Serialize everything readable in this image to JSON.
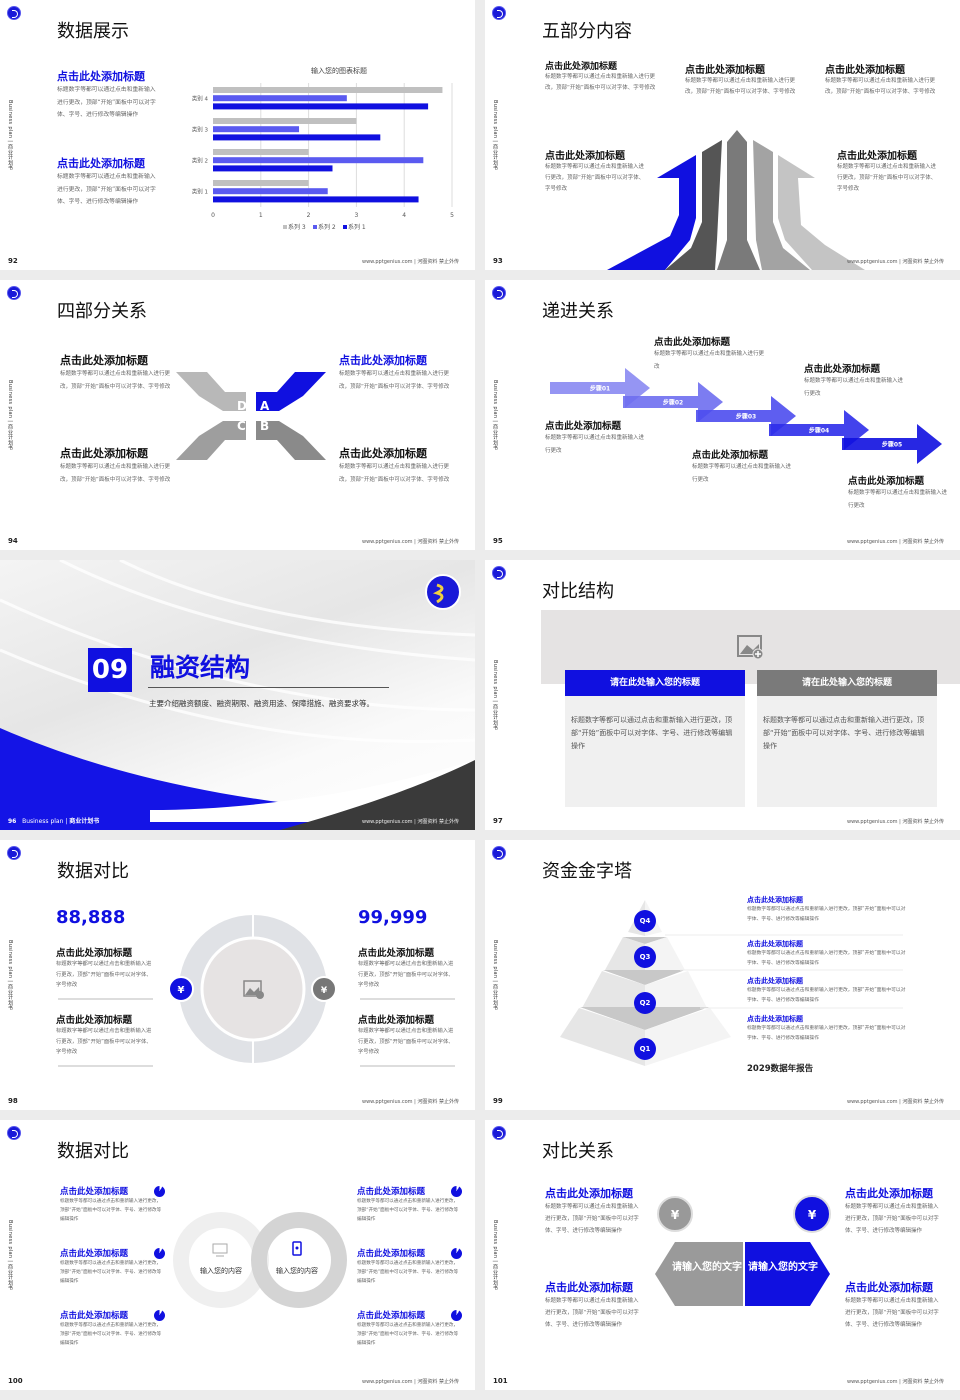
{
  "common": {
    "side": "Business plan | 商业计划书",
    "footer": "www.pptgenius.com | 河图资料 禁止外传",
    "heading": "点击此处添加标题"
  },
  "colors": {
    "accent": "#1010e0",
    "gray": "#9a9a9a",
    "dark": "#3a3a3a"
  },
  "s92": {
    "page": "92",
    "title": "数据展示",
    "blocks": [
      {
        "h": "点击此处添加标题",
        "p": "标题数字等都可以通过点击和重新输入进行更改，顶部“开始”面板中可以对字体、字号、进行修改等编辑操作"
      },
      {
        "h": "点击此处添加标题",
        "p": "标题数字等都可以通过点击和重新输入进行更改，顶部“开始”面板中可以对字体、字号、进行修改等编辑操作"
      }
    ]
  },
  "chart_data": {
    "type": "bar",
    "orientation": "horizontal",
    "title": "输入您的图表标题",
    "categories": [
      "类别 1",
      "类别 2",
      "类别 3",
      "类别 4"
    ],
    "series": [
      {
        "name": "系列 1",
        "color": "#1010e0",
        "values": [
          4.3,
          2.5,
          3.5,
          4.5
        ]
      },
      {
        "name": "系列 2",
        "color": "#5a5af0",
        "values": [
          2.4,
          4.4,
          1.8,
          2.8
        ]
      },
      {
        "name": "系列 3",
        "color": "#c0c0c0",
        "values": [
          2,
          2,
          3,
          4.8
        ]
      }
    ],
    "xlim": [
      0,
      5
    ],
    "xticks": [
      "0",
      "1",
      "2",
      "3",
      "4",
      "5"
    ],
    "grid": true,
    "legend": "bottom"
  },
  "s93": {
    "page": "93",
    "title": "五部分内容",
    "blocks": [
      {
        "h": "点击此处添加标题",
        "p": "标题数字等都可以通过点击和重新输入进行更改，顶部“开始”面板中可以对字体、字号修改"
      },
      {
        "h": "点击此处添加标题",
        "p": "标题数字等都可以通过点击和重新输入进行更改，顶部“开始”面板中可以对字体、字号修改"
      },
      {
        "h": "点击此处添加标题",
        "p": "标题数字等都可以通过点击和重新输入进行更改，顶部“开始”面板中可以对字体、字号修改"
      },
      {
        "h": "点击此处添加标题",
        "p": "标题数字等都可以通过点击和重新输入进行更改，顶部“开始”面板中可以对字体、字号修改"
      },
      {
        "h": "点击此处添加标题",
        "p": "标题数字等都可以通过点击和重新输入进行更改，顶部“开始”面板中可以对字体、字号修改"
      }
    ]
  },
  "s94": {
    "page": "94",
    "title": "四部分关系",
    "letters": [
      "D",
      "A",
      "C",
      "B"
    ],
    "blocks": [
      {
        "h": "点击此处添加标题",
        "p": "标题数字等都可以通过点击和重新输入进行更改，顶部“开始”面板中可以对字体、字号修改"
      },
      {
        "h": "点击此处添加标题",
        "p": "标题数字等都可以通过点击和重新输入进行更改，顶部“开始”面板中可以对字体、字号修改"
      },
      {
        "h": "点击此处添加标题",
        "p": "标题数字等都可以通过点击和重新输入进行更改，顶部“开始”面板中可以对字体、字号修改"
      },
      {
        "h": "点击此处添加标题",
        "p": "标题数字等都可以通过点击和重新输入进行更改，顶部“开始”面板中可以对字体、字号修改"
      }
    ]
  },
  "s95": {
    "page": "95",
    "title": "递进关系",
    "steps": [
      "步骤01",
      "步骤02",
      "步骤03",
      "步骤04",
      "步骤05"
    ],
    "blocks": [
      {
        "h": "点击此处添加标题",
        "p": "标题数字等都可以通过点击和重新输入进行更改"
      },
      {
        "h": "点击此处添加标题",
        "p": "标题数字等都可以通过点击和重新输入进行更改"
      },
      {
        "h": "点击此处添加标题",
        "p": "标题数字等都可以通过点击和重新输入进行更改"
      },
      {
        "h": "点击此处添加标题",
        "p": "标题数字等都可以通过点击和重新输入进行更改"
      },
      {
        "h": "点击此处添加标题",
        "p": "标题数字等都可以通过点击和重新输入进行更改"
      }
    ]
  },
  "s96": {
    "page": "96",
    "number": "09",
    "title": "融资结构",
    "desc": "主要介绍融资额度、融资期限、融资用途、保障措施、融资要求等。",
    "bp": "Business plan",
    "bp_cn": "商业计划书"
  },
  "s97": {
    "page": "97",
    "title": "对比结构",
    "cards": [
      {
        "h": "请在此处输入您的标题",
        "p": "标题数字等都可以通过点击和重新输入进行更改，顶部“开始”面板中可以对字体、字号、进行修改等编辑操作"
      },
      {
        "h": "请在此处输入您的标题",
        "p": "标题数字等都可以通过点击和重新输入进行更改，顶部“开始”面板中可以对字体、字号、进行修改等编辑操作"
      }
    ]
  },
  "s98": {
    "page": "98",
    "title": "数据对比",
    "left_value": "88,888",
    "right_value": "99,999",
    "blocks": [
      {
        "h": "点击此处添加标题",
        "p": "标题数字等都可以通过点击和重新输入进行更改，顶部“开始”面板中可以对字体、字号修改"
      },
      {
        "h": "点击此处添加标题",
        "p": "标题数字等都可以通过点击和重新输入进行更改，顶部“开始”面板中可以对字体、字号修改"
      },
      {
        "h": "点击此处添加标题",
        "p": "标题数字等都可以通过点击和重新输入进行更改，顶部“开始”面板中可以对字体、字号修改"
      },
      {
        "h": "点击此处添加标题",
        "p": "标题数字等都可以通过点击和重新输入进行更改，顶部“开始”面板中可以对字体、字号修改"
      }
    ]
  },
  "s99": {
    "page": "99",
    "title": "资金金字塔",
    "levels": [
      "Q4",
      "Q3",
      "Q2",
      "Q1"
    ],
    "report": "2029数据年报告",
    "blocks": [
      {
        "h": "点击此处添加标题",
        "p": "标题数字等都可以通过点击和重新输入进行更改，顶部“开始”面板中可以对字体、字号、进行修改等编辑操作"
      },
      {
        "h": "点击此处添加标题",
        "p": "标题数字等都可以通过点击和重新输入进行更改，顶部“开始”面板中可以对字体、字号、进行修改等编辑操作"
      },
      {
        "h": "点击此处添加标题",
        "p": "标题数字等都可以通过点击和重新输入进行更改，顶部“开始”面板中可以对字体、字号、进行修改等编辑操作"
      },
      {
        "h": "点击此处添加标题",
        "p": "标题数字等都可以通过点击和重新输入进行更改，顶部“开始”面板中可以对字体、字号、进行修改等编辑操作"
      }
    ]
  },
  "s100": {
    "page": "100",
    "title": "数据对比",
    "ring_left": "输入您的内容",
    "ring_right": "输入您的内容",
    "blocks": [
      {
        "h": "点击此处添加标题",
        "p": "标题数字等都可以通过点击和重新输入进行更改，顶部“开始”面板中可以对字体、字号、进行修改等编辑操作"
      },
      {
        "h": "点击此处添加标题",
        "p": "标题数字等都可以通过点击和重新输入进行更改，顶部“开始”面板中可以对字体、字号、进行修改等编辑操作"
      },
      {
        "h": "点击此处添加标题",
        "p": "标题数字等都可以通过点击和重新输入进行更改，顶部“开始”面板中可以对字体、字号、进行修改等编辑操作"
      },
      {
        "h": "点击此处添加标题",
        "p": "标题数字等都可以通过点击和重新输入进行更改，顶部“开始”面板中可以对字体、字号、进行修改等编辑操作"
      },
      {
        "h": "点击此处添加标题",
        "p": "标题数字等都可以通过点击和重新输入进行更改，顶部“开始”面板中可以对字体、字号、进行修改等编辑操作"
      },
      {
        "h": "点击此处添加标题",
        "p": "标题数字等都可以通过点击和重新输入进行更改，顶部“开始”面板中可以对字体、字号、进行修改等编辑操作"
      }
    ]
  },
  "s101": {
    "page": "101",
    "title": "对比关系",
    "left_label": "请输入您的文字",
    "right_label": "请输入您的文字",
    "blocks": [
      {
        "h": "点击此处添加标题",
        "p": "标题数字等都可以通过点击和重新输入进行更改，顶部“开始”面板中可以对字体、字号、进行修改等编辑操作"
      },
      {
        "h": "点击此处添加标题",
        "p": "标题数字等都可以通过点击和重新输入进行更改，顶部“开始”面板中可以对字体、字号、进行修改等编辑操作"
      },
      {
        "h": "点击此处添加标题",
        "p": "标题数字等都可以通过点击和重新输入进行更改，顶部“开始”面板中可以对字体、字号、进行修改等编辑操作"
      },
      {
        "h": "点击此处添加标题",
        "p": "标题数字等都可以通过点击和重新输入进行更改，顶部“开始”面板中可以对字体、字号、进行修改等编辑操作"
      }
    ]
  }
}
